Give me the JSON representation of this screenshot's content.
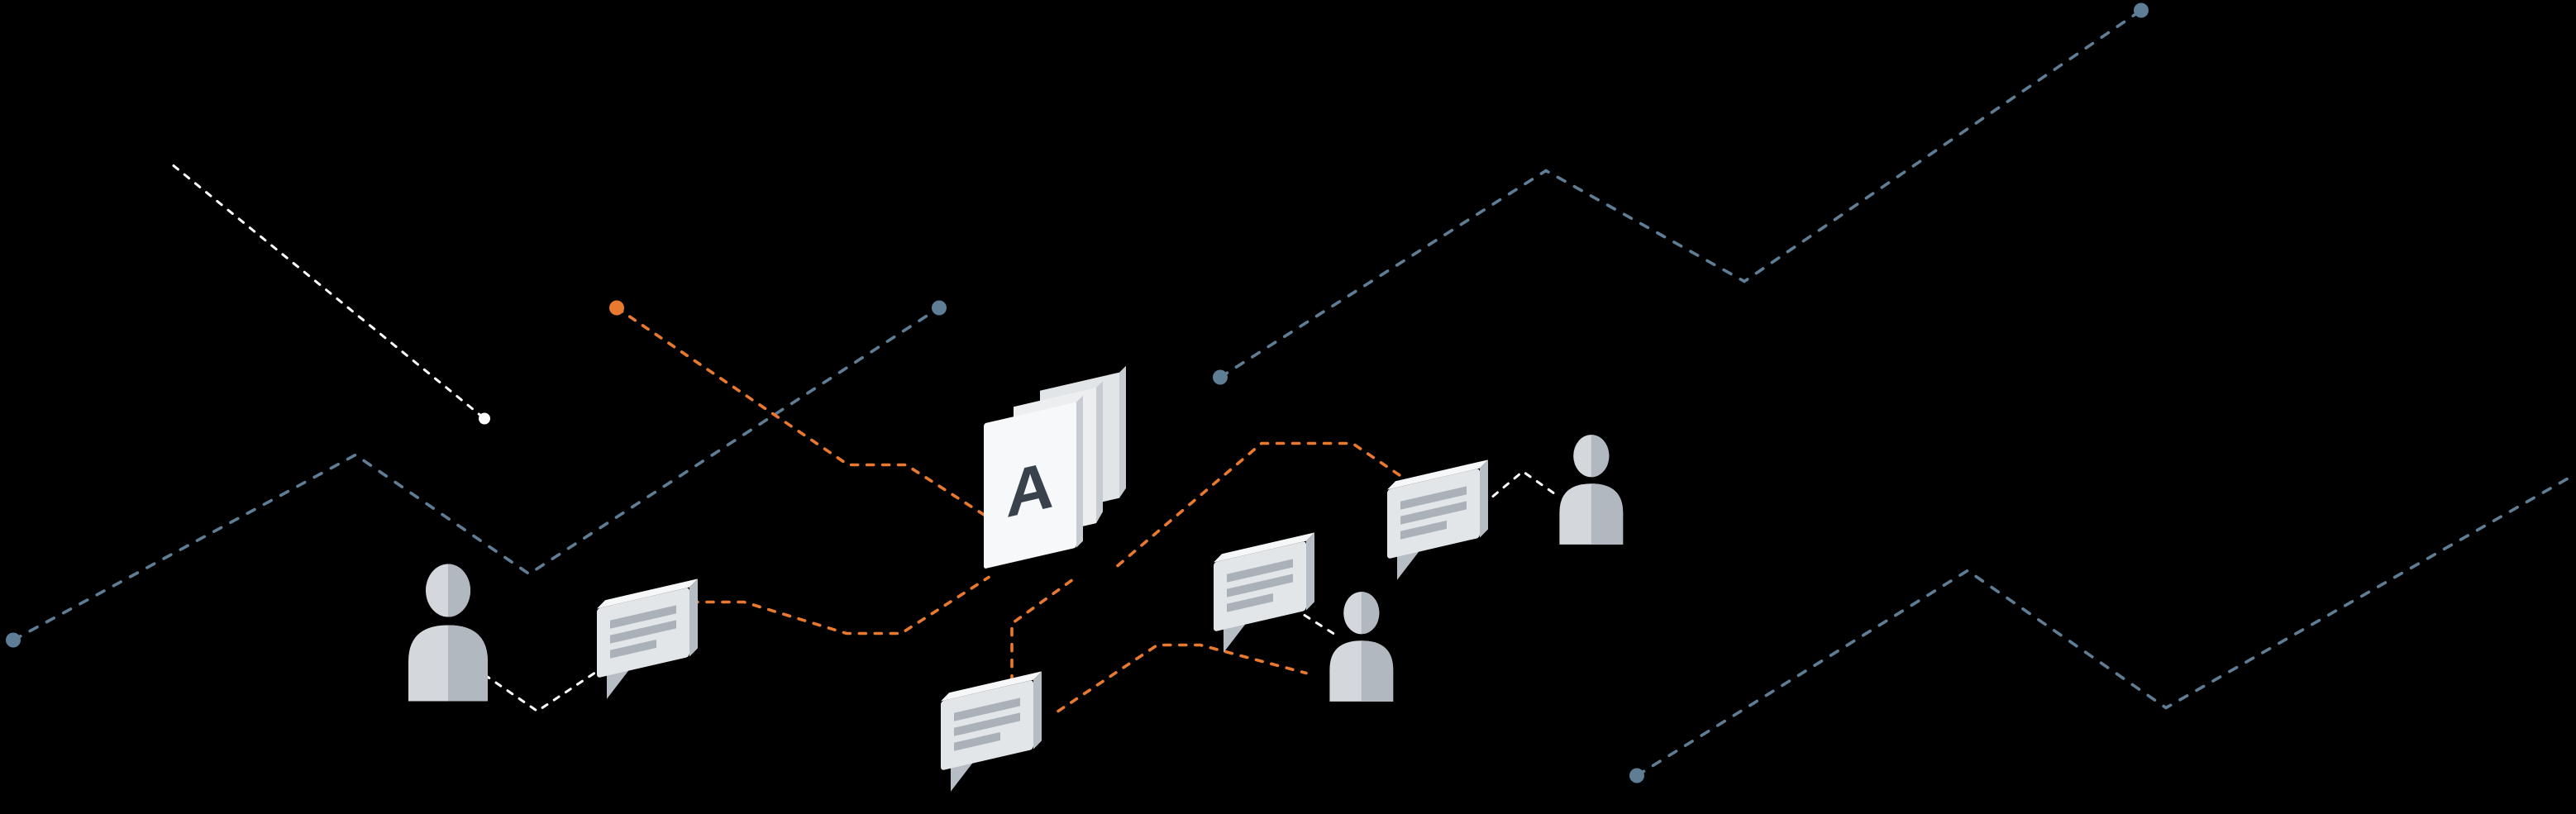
{
  "illustration": {
    "background": "#000000",
    "document_stack": {
      "label": "A"
    },
    "colors": {
      "orange": "#e8792f",
      "slate": "#5f7d95",
      "white": "#ffffff",
      "figure_light": "#d4d8dc",
      "figure_mid": "#b2b8bf",
      "card_face": "#e3e6e9",
      "card_stripe": "#aab1b8",
      "card_top": "#f6f7f8",
      "card_side": "#b7bdc4",
      "page_front": "#f7f8f9",
      "page_mid": "#eceef0",
      "page_back": "#e2e5e8",
      "page_edge": "#c7ccd2",
      "letter_color": "#39424c"
    },
    "icons": {
      "person-icon": "avatar silhouette",
      "message-card-icon": "isometric message panel with text lines",
      "document-stack-icon": "stack of pages labelled with a letter"
    }
  }
}
